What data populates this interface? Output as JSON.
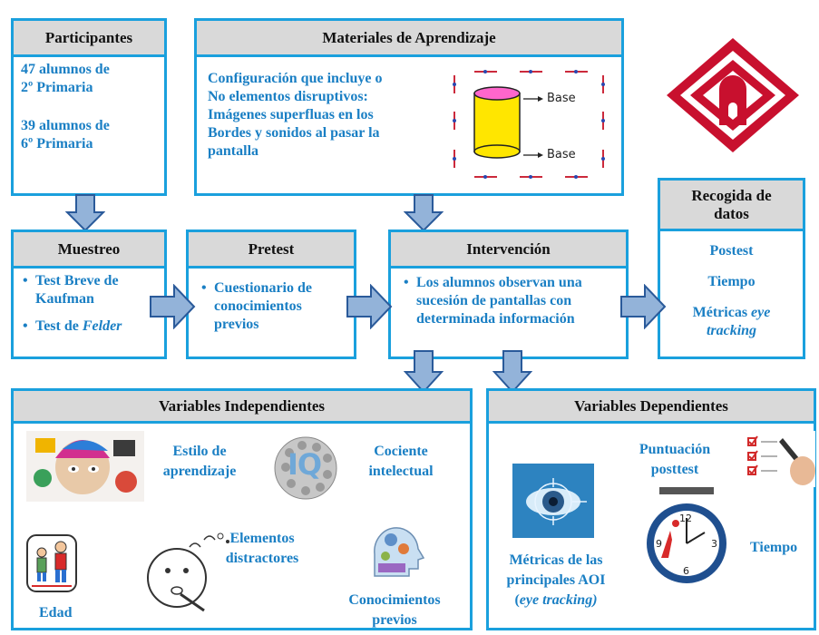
{
  "participantes": {
    "title": "Participantes",
    "line1a": "47 alumnos de",
    "line1b": "2º Primaria",
    "line2a": "39 alumnos de",
    "line2b": "6º Primaria"
  },
  "materiales": {
    "title": "Materiales de Aprendizaje",
    "lines": [
      "Configuración que incluye o",
      "No elementos disruptivos:",
      "Imágenes superfluas en los",
      "Bordes y sonidos al pasar la",
      "pantalla"
    ],
    "cyl_label_top": "Base",
    "cyl_label_bottom": "Base"
  },
  "muestreo": {
    "title": "Muestreo",
    "item1a": "Test Breve de",
    "item1b": "Kaufman",
    "item2_pre": "Test de ",
    "item2_em": "Felder"
  },
  "pretest": {
    "title": "Pretest",
    "lines": [
      "Cuestionario de",
      "conocimientos",
      "previos"
    ]
  },
  "intervencion": {
    "title": "Intervención",
    "lines": [
      "Los alumnos observan una",
      "sucesión de pantallas con",
      "determinada información"
    ]
  },
  "recogida": {
    "title_a": "Recogida de",
    "title_b": "datos",
    "item1": "Postest",
    "item2": "Tiempo",
    "item3_pre": "Métricas ",
    "item3_em_a": "eye",
    "item3_em_b": "tracking"
  },
  "vi": {
    "title": "Variables Independientes",
    "estilo_a": "Estilo de",
    "estilo_b": "aprendizaje",
    "cociente_a": "Cociente",
    "cociente_b": "intelectual",
    "elementos_a": "Elementos",
    "elementos_b": "distractores",
    "conoc_a": "Conocimientos",
    "conoc_b": "previos",
    "edad": "Edad",
    "iq_glyph": "IQ"
  },
  "vd": {
    "title": "Variables Dependientes",
    "punt_a": "Puntuación",
    "punt_b": "posttest",
    "tiempo": "Tiempo",
    "metricas_a": "Métricas de las",
    "metricas_b": "principales AOI",
    "metricas_c_pre": "(",
    "metricas_c_em": "eye tracking)",
    "clock_12": "12",
    "clock_3": "3",
    "clock_6": "6",
    "clock_9": "9"
  },
  "colors": {
    "border": "#1aa0dd",
    "header": "#d9d9d9",
    "text_blue": "#1a7fc4",
    "arrow_fill": "#93b3d9",
    "arrow_stroke": "#2a5a9a",
    "logo_red": "#c8102e"
  }
}
